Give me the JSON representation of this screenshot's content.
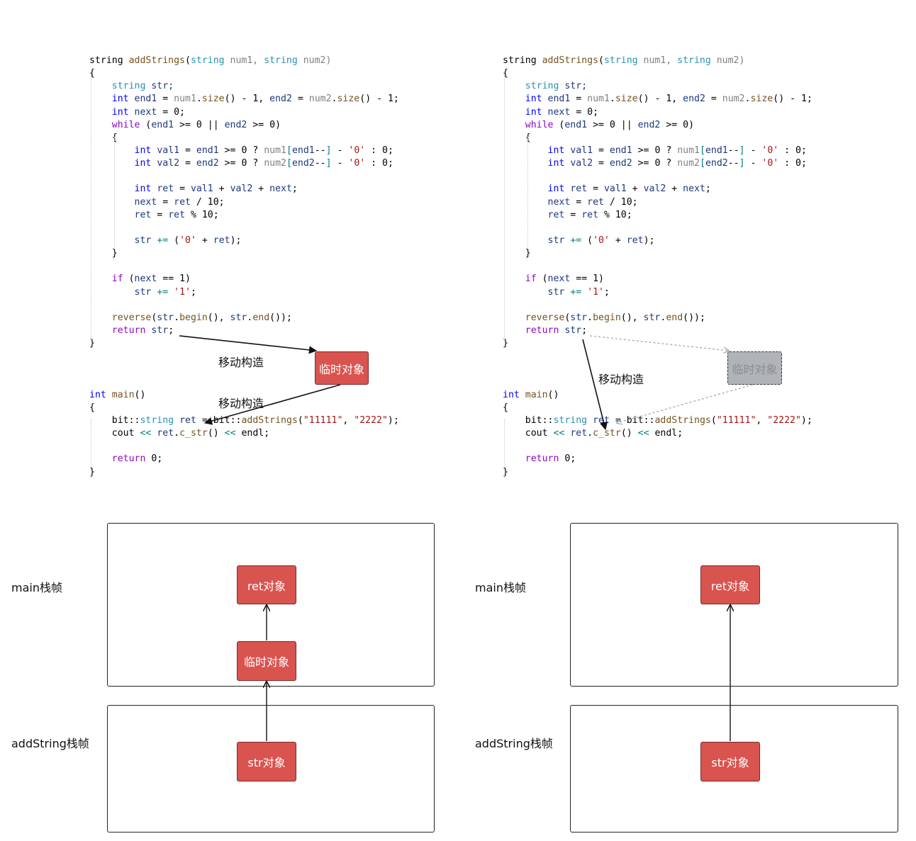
{
  "code": {
    "line1": [
      "string ",
      "addStrings",
      "(",
      "string",
      " num1, ",
      "string",
      " num2)"
    ],
    "open_brace": "{",
    "close_brace": "}",
    "l_str_decl_type": "string",
    "l_str_decl_rest": " str;",
    "l_int": "int",
    "l_end1": "end1",
    "l_num1": "num1",
    "l_size": "size",
    "l_end2": "end2",
    "l_num2": "num2",
    "l_next": "next",
    "l_while": "while",
    "l_val1": "val1",
    "l_val2": "val2",
    "l_ret": "ret",
    "l_str": "str",
    "l_if": "if",
    "l_reverse": "reverse",
    "l_begin": "begin",
    "l_end": "end",
    "l_return": "return",
    "l_main": "main",
    "l_bit": "bit",
    "l_string": "string",
    "l_addStrings": "addStrings",
    "l_cout": "cout",
    "l_c_str": "c_str",
    "l_endl": "endl",
    "s_zero_char": "'0'",
    "s_one_char": "'1'",
    "s_11111": "\"11111\"",
    "s_2222": "\"2222\"",
    "n_0": "0",
    "n_1": "1",
    "n_10": "10"
  },
  "left_diagram": {
    "temp_object": "临时对象",
    "move_label_1": "移动构造",
    "move_label_2": "移动构造"
  },
  "right_diagram": {
    "temp_object": "临时对象",
    "move_label": "移动构造"
  },
  "stack_left": {
    "main_frame_label": "main栈帧",
    "addstring_frame_label": "addString栈帧",
    "ret_object": "ret对象",
    "temp_object": "临时对象",
    "str_object": "str对象"
  },
  "stack_right": {
    "main_frame_label": "main栈帧",
    "addstring_frame_label": "addString栈帧",
    "ret_object": "ret对象",
    "str_object": "str对象"
  },
  "colors": {
    "object_fill": "#d9534f",
    "temp_gray": "#b0b3b7"
  }
}
